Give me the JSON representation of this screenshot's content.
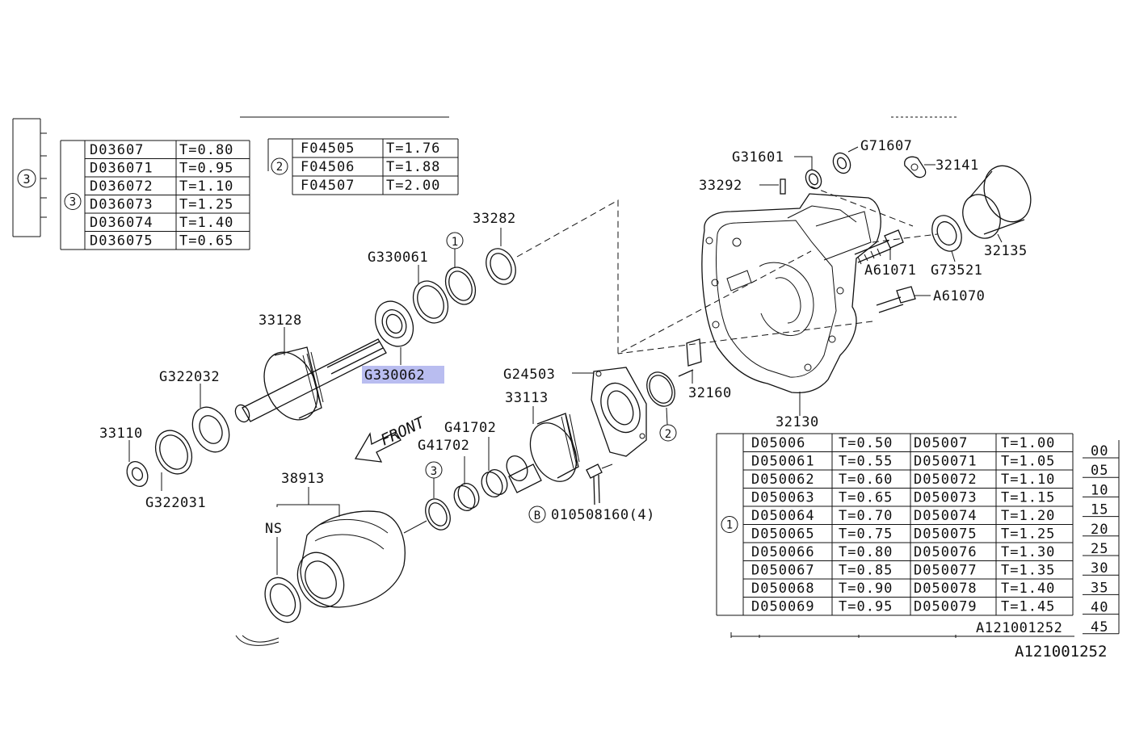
{
  "diagram": {
    "figure_id": "A121001252",
    "figure_id_small": "A121001252",
    "front_label": "FRONT",
    "ns_label": "NS",
    "circle_labels": {
      "one": "1",
      "two": "2",
      "three": "3",
      "b": "B"
    },
    "parts": {
      "p33282": "33282",
      "pG330061": "G330061",
      "p33128": "33128",
      "pG330062": "G330062",
      "pG322032": "G322032",
      "p33110": "33110",
      "pG322031": "G322031",
      "p38913": "38913",
      "pG41702a": "G41702",
      "pG41702b": "G41702",
      "p33113": "33113",
      "pG24503": "G24503",
      "p010508160": "010508160(4)",
      "p32160": "32160",
      "p32130": "32130",
      "pG31601": "G31601",
      "pG71607": "G71607",
      "p32141": "32141",
      "p33292": "33292",
      "pA61071": "A61071",
      "pG73521": "G73521",
      "p32135": "32135",
      "pA61070": "A61070"
    },
    "highlighted_part": "G330062"
  },
  "table3": {
    "rows": [
      {
        "part": "D03607",
        "t": "T=0.80"
      },
      {
        "part": "D036071",
        "t": "T=0.95"
      },
      {
        "part": "D036072",
        "t": "T=1.10"
      },
      {
        "part": "D036073",
        "t": "T=1.25"
      },
      {
        "part": "D036074",
        "t": "T=1.40"
      },
      {
        "part": "D036075",
        "t": "T=0.65"
      }
    ]
  },
  "table2": {
    "rows": [
      {
        "part": "F04505",
        "t": "T=1.76"
      },
      {
        "part": "F04506",
        "t": "T=1.88"
      },
      {
        "part": "F04507",
        "t": "T=2.00"
      }
    ]
  },
  "table1": {
    "rows": [
      {
        "a": "D05006",
        "ta": "T=0.50",
        "b": "D05007",
        "tb": "T=1.00"
      },
      {
        "a": "D050061",
        "ta": "T=0.55",
        "b": "D050071",
        "tb": "T=1.05"
      },
      {
        "a": "D050062",
        "ta": "T=0.60",
        "b": "D050072",
        "tb": "T=1.10"
      },
      {
        "a": "D050063",
        "ta": "T=0.65",
        "b": "D050073",
        "tb": "T=1.15"
      },
      {
        "a": "D050064",
        "ta": "T=0.70",
        "b": "D050074",
        "tb": "T=1.20"
      },
      {
        "a": "D050065",
        "ta": "T=0.75",
        "b": "D050075",
        "tb": "T=1.25"
      },
      {
        "a": "D050066",
        "ta": "T=0.80",
        "b": "D050076",
        "tb": "T=1.30"
      },
      {
        "a": "D050067",
        "ta": "T=0.85",
        "b": "D050077",
        "tb": "T=1.35"
      },
      {
        "a": "D050068",
        "ta": "T=0.90",
        "b": "D050078",
        "tb": "T=1.40"
      },
      {
        "a": "D050069",
        "ta": "T=0.95",
        "b": "D050079",
        "tb": "T=1.45"
      }
    ]
  },
  "scale": {
    "ticks": [
      "00",
      "05",
      "10",
      "15",
      "20",
      "25",
      "30",
      "35",
      "40",
      "45"
    ]
  }
}
